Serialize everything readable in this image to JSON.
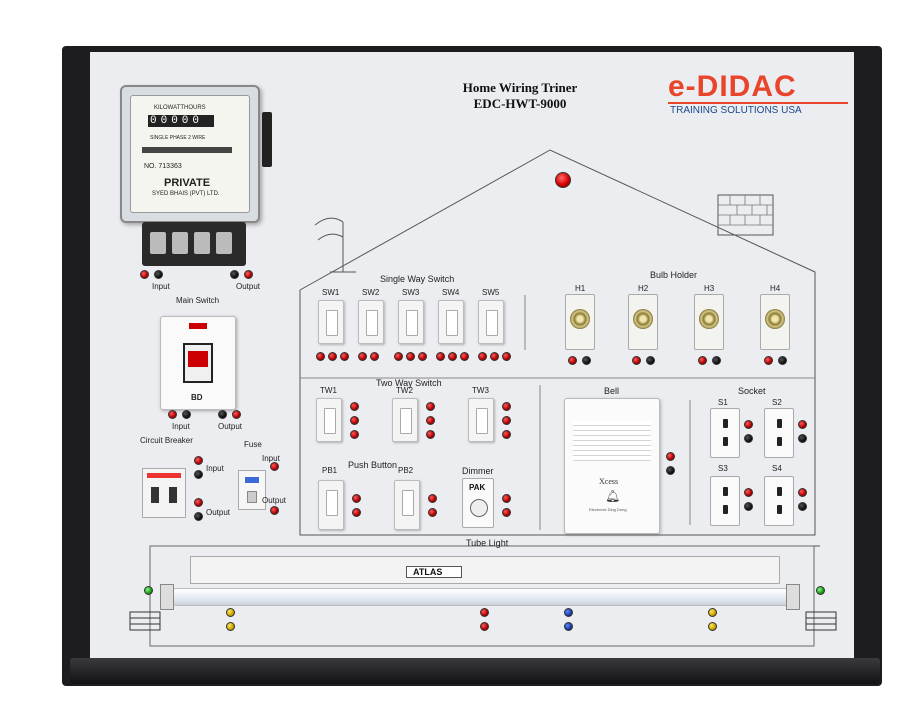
{
  "panel": {
    "title_line1": "Home Wiring Triner",
    "title_line2": "EDC-HWT-9000"
  },
  "brand": {
    "name": "e-DIDAC",
    "tagline": "TRAINING SOLUTIONS USA",
    "colors": {
      "e": "#2f8fd8",
      "didac": "#e8452a",
      "tagline": "#1a4a8a"
    }
  },
  "energy_meter": {
    "label_top": "KILOWATTHOURS",
    "reading": "00000",
    "type_text": "SINGLE PHASE 2 WIRE",
    "serial": "NO. 713363",
    "brand": "PRIVATE",
    "maker": "SYED BHAIS (PVT) LTD.",
    "input_label": "Input",
    "output_label": "Output"
  },
  "main_switch": {
    "title": "Main Switch",
    "brand": "BD",
    "input_label": "Input",
    "output_label": "Output"
  },
  "circuit_breaker": {
    "title": "Circuit Breaker",
    "input_label": "Input",
    "output_label": "Output"
  },
  "fuse": {
    "title": "Fuse",
    "input_label": "Input",
    "output_label": "Output"
  },
  "single_way": {
    "title": "Single Way Switch",
    "items": [
      "SW1",
      "SW2",
      "SW3",
      "SW4",
      "SW5"
    ]
  },
  "bulb_holder": {
    "title": "Bulb Holder",
    "items": [
      "H1",
      "H2",
      "H3",
      "H4"
    ]
  },
  "two_way": {
    "title": "Two Way Switch",
    "items": [
      "TW1",
      "TW2",
      "TW3"
    ]
  },
  "push_button": {
    "title": "Push Button",
    "items": [
      "PB1",
      "PB2"
    ]
  },
  "dimmer": {
    "title": "Dimmer",
    "brand": "PAK"
  },
  "bell": {
    "title": "Bell",
    "brand": "Xcess",
    "sub": "Electronic Ding Dong"
  },
  "socket": {
    "title": "Socket",
    "items": [
      "S1",
      "S2",
      "S3",
      "S4"
    ]
  },
  "tube_light": {
    "title": "Tube Light",
    "brand": "ATLAS"
  },
  "colors": {
    "panel": "#ebedf1",
    "frame": "#1d1d1f",
    "terminal_red": "#c40000",
    "terminal_black": "#111111"
  }
}
